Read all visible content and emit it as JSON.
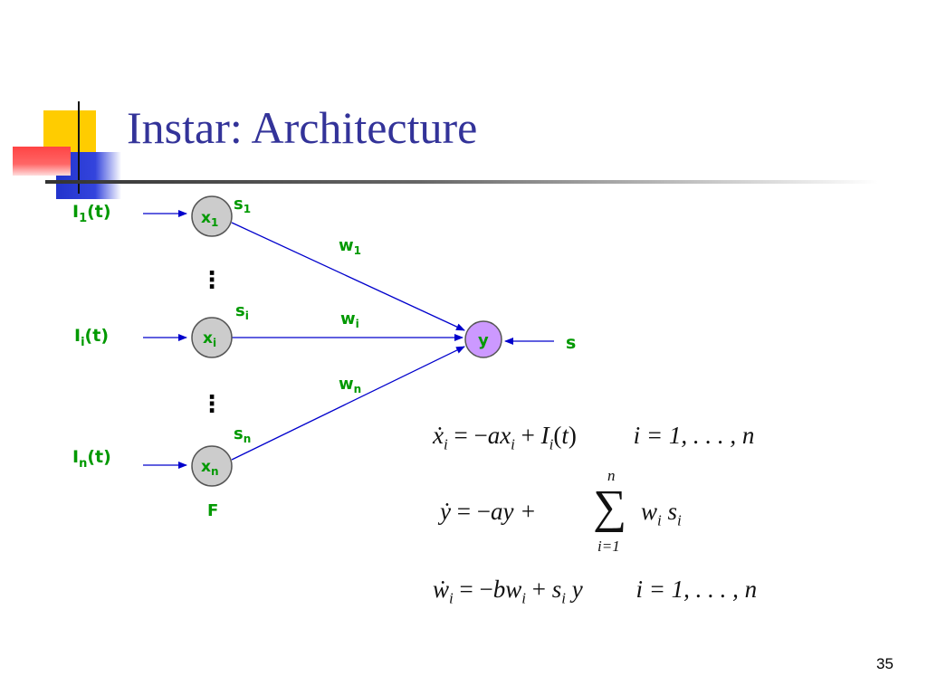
{
  "slide": {
    "title": "Instar: Architecture",
    "number": "35"
  },
  "diagram": {
    "inputs": [
      {
        "base": "I",
        "sub": "1",
        "tail": "(t)"
      },
      {
        "base": "I",
        "sub": "i",
        "tail": "(t)"
      },
      {
        "base": "I",
        "sub": "n",
        "tail": "(t)"
      }
    ],
    "nodes": [
      {
        "base": "x",
        "sub": "1"
      },
      {
        "base": "x",
        "sub": "i"
      },
      {
        "base": "x",
        "sub": "n"
      }
    ],
    "signals": [
      {
        "base": "s",
        "sub": "1"
      },
      {
        "base": "s",
        "sub": "i"
      },
      {
        "base": "s",
        "sub": "n"
      }
    ],
    "weights": [
      {
        "base": "w",
        "sub": "1"
      },
      {
        "base": "w",
        "sub": "i"
      },
      {
        "base": "w",
        "sub": "n"
      }
    ],
    "output_node": "y",
    "external_signal": "s",
    "layer_label": "F",
    "ellipsis": "⋮",
    "colors": {
      "label": "#009900",
      "arrow": "#0000cc",
      "input_node_fill": "#cccccc",
      "output_node_fill": "#cc99ff"
    }
  },
  "equations": {
    "eq1": {
      "rhs_op": "= −",
      "rhs_a": "ax",
      "rhs_plus": " + ",
      "range": "i = 1, . . . , n"
    },
    "eq2": {
      "rhs_op": "= −",
      "rhs_a": "ay + ",
      "sum_top": "n",
      "sum_bottom": "i=1",
      "sum_body": "w"
    },
    "eq3": {
      "rhs_op": "= −",
      "rhs_a": "bw",
      "rhs_plus": " + ",
      "range": "i = 1, . . . , n"
    }
  }
}
